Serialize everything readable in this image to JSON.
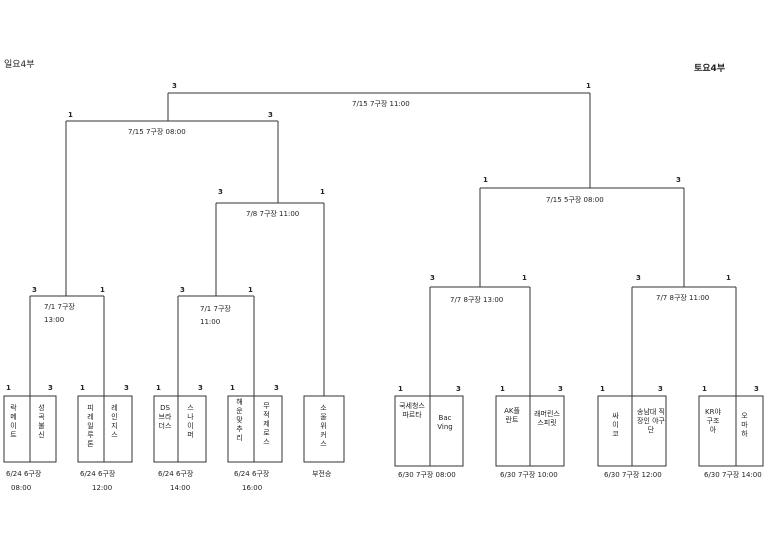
{
  "left_title": "일요4부",
  "right_title": "토요4부",
  "colors": {
    "line": "#333333",
    "text": "#222222"
  },
  "first_round": [
    {
      "id": "m1",
      "team_a": "락메이트",
      "team_b": "성곡불신",
      "a": "1",
      "b": "3",
      "info": [
        "6/24 6구장",
        "08:00"
      ]
    },
    {
      "id": "m2",
      "team_a": "피레일루톤",
      "team_b": "레인지스",
      "a": "1",
      "b": "3",
      "info": [
        "6/24 6구장",
        "12:00"
      ]
    },
    {
      "id": "m3",
      "team_a": "DS브라더스",
      "team_b": "스나이퍼",
      "a": "1",
      "b": "3",
      "info": [
        "6/24 6구장",
        "14:00"
      ]
    },
    {
      "id": "m4",
      "team_a": "해운맞추리",
      "team_b": "무적제로스",
      "a": "1",
      "b": "3",
      "info": [
        "6/24 6구장",
        "16:00"
      ]
    },
    {
      "id": "m5",
      "team": "소울위커스",
      "info": [
        "부전승"
      ]
    },
    {
      "id": "m6",
      "team_a": "국세청스파르타",
      "team_b": "Bac Ving",
      "a": "1",
      "b": "3",
      "info": [
        "6/30 7구장 08:00"
      ]
    },
    {
      "id": "m7",
      "team_a": "AK플란트",
      "team_b": "래머린스 스피릿",
      "a": "1",
      "b": "3",
      "info": [
        "6/30 7구장 10:00"
      ]
    },
    {
      "id": "m8",
      "team_a": "싸이코",
      "team_b": "송남대 직장인 야구단",
      "a": "1",
      "b": "3",
      "info": [
        "6/30 7구장 12:00"
      ]
    },
    {
      "id": "m9",
      "team_a": "KR야구조아",
      "team_b": "오마하",
      "a": "1",
      "b": "3",
      "info": [
        "6/30 7구장 14:00"
      ]
    }
  ],
  "upper_rounds": [
    {
      "id": "q1",
      "a": "3",
      "b": "1",
      "info": [
        "7/1 7구장",
        "13:00"
      ]
    },
    {
      "id": "q2",
      "a": "3",
      "b": "1",
      "info": [
        "7/1 7구장",
        "11:00"
      ]
    },
    {
      "id": "q3",
      "a": "3",
      "b": "1",
      "info": [
        "7/7 8구장 13:00"
      ]
    },
    {
      "id": "q4",
      "a": "3",
      "b": "1",
      "info": [
        "7/7 8구장 11:00"
      ]
    },
    {
      "id": "s0",
      "a": "3",
      "b": "1",
      "info": [
        "7/8 7구장 11:00"
      ]
    },
    {
      "id": "s1",
      "a": "1",
      "b": "3",
      "info": [
        "7/15 7구장 08:00"
      ]
    },
    {
      "id": "s2",
      "a": "1",
      "b": "3",
      "info": [
        "7/15 5구장 08:00"
      ]
    },
    {
      "id": "f",
      "a": "3",
      "b": "1",
      "info": [
        "7/15 7구장 11:00"
      ]
    }
  ]
}
